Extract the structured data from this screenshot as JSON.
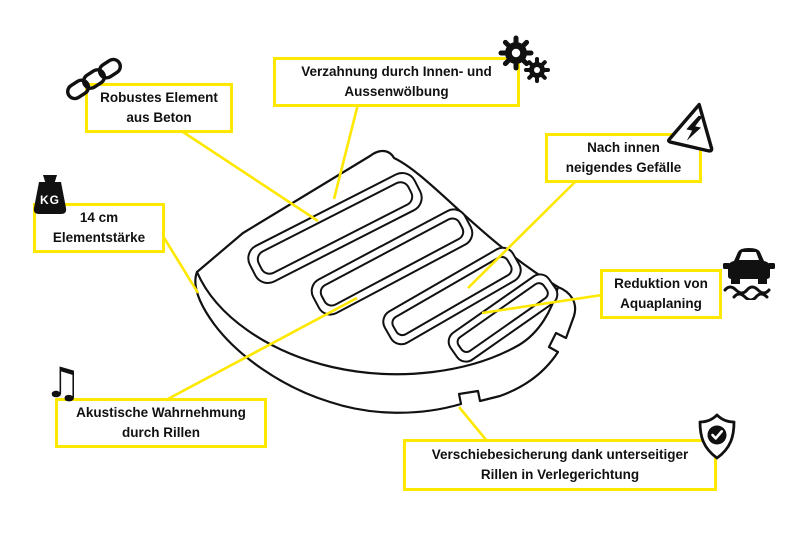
{
  "colors": {
    "accent": "#FFE800",
    "ink": "#111111",
    "background": "#FFFFFF"
  },
  "callouts": [
    {
      "id": "robust-element",
      "line1": "Robustes Element",
      "line2": "aus Beton",
      "icon": "chain-icon"
    },
    {
      "id": "verzahnung",
      "line1": "Verzahnung durch Innen- und",
      "line2": "Aussenwölbung",
      "icon": "gears-icon"
    },
    {
      "id": "gefaelle",
      "line1": "Nach innen",
      "line2": "neigendes Gefälle",
      "icon": "warning-triangle-icon"
    },
    {
      "id": "elementstaerke",
      "line1": "14 cm",
      "line2": "Elementstärke",
      "icon": "weight-icon"
    },
    {
      "id": "aquaplaning",
      "line1": "Reduktion von",
      "line2": "Aquaplaning",
      "icon": "car-aquaplaning-icon"
    },
    {
      "id": "akustik",
      "line1": "Akustische Wahrnehmung",
      "line2": "durch Rillen",
      "icon": "music-note-icon"
    },
    {
      "id": "verschiebesicherung",
      "line1": "Verschiebesicherung dank unterseitiger",
      "line2": "Rillen in Verlegerichtung",
      "icon": "shield-check-icon"
    }
  ],
  "icons": {
    "weight_label": "KG",
    "music_note_glyph": "♫"
  }
}
